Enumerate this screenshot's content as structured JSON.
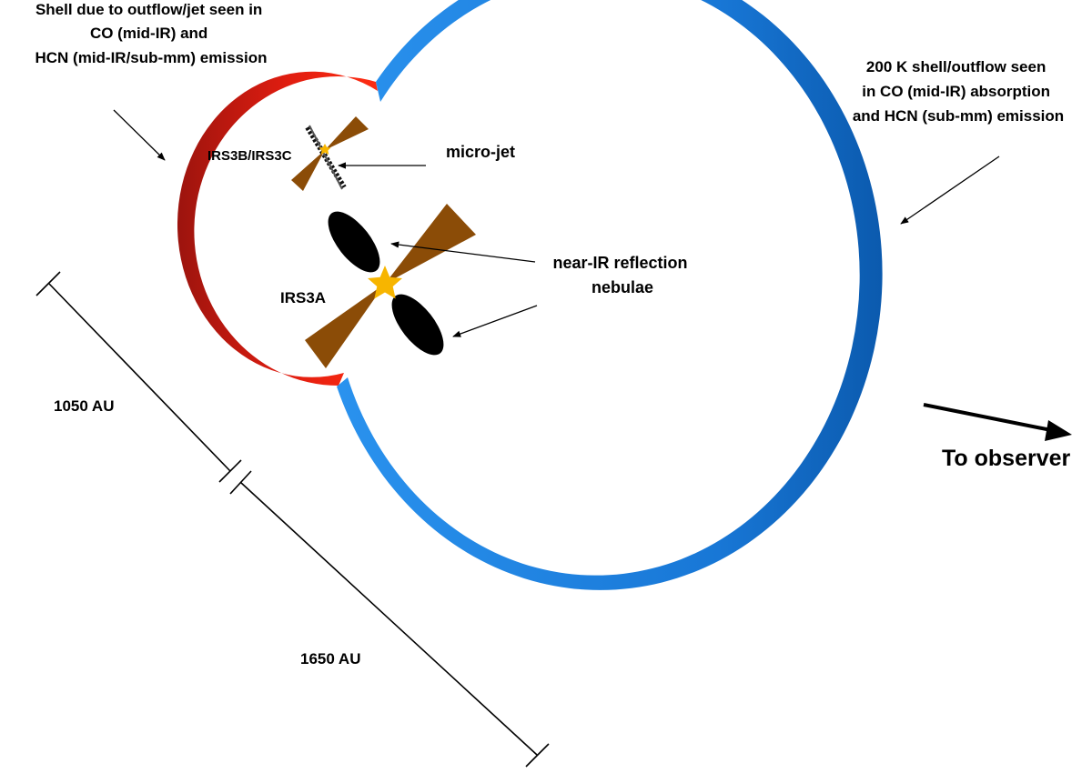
{
  "labels": {
    "shell_red": [
      "Shell due to outflow/jet seen in",
      "CO (mid-IR) and",
      "HCN (mid-IR/sub-mm) emission"
    ],
    "shell_blue": [
      "200 K shell/outflow seen",
      "in CO (mid-IR) absorption",
      "and HCN (sub-mm) emission"
    ],
    "irs3bc": "IRS3B/IRS3C",
    "micro_jet": "micro-jet",
    "reflection": [
      "near-IR reflection",
      "nebulae"
    ],
    "irs3a": "IRS3A",
    "scale_small": "1050 AU",
    "scale_large": "1650 AU",
    "observer": "To observer"
  },
  "colors": {
    "red_shell_dark": "#a8160f",
    "red_shell_bright": "#ff2a10",
    "blue_shell_light": "#1a86e6",
    "blue_shell_dark": "#0d5eb4",
    "jet": "#8b4c07",
    "star": "#f7b500",
    "nebula": "#000000"
  }
}
